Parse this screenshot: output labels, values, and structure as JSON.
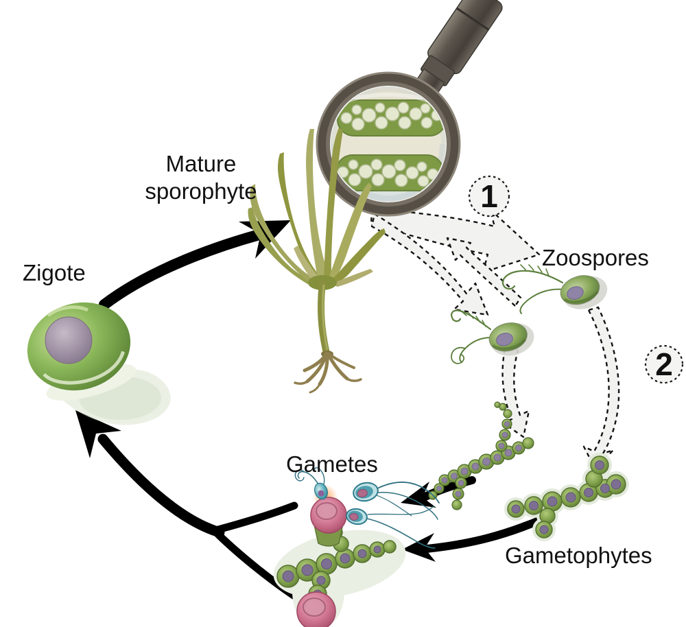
{
  "diagram": {
    "subject": "Kelp life cycle diagram",
    "labels": {
      "mature_sporophyte_line1": "Mature",
      "mature_sporophyte_line2": "sporophyte",
      "zygote": "Zigote",
      "zoospores": "Zoospores",
      "gametes": "Gametes",
      "gametophytes": "Gametophytes"
    },
    "steps": [
      {
        "number": "1"
      },
      {
        "number": "2"
      }
    ],
    "colors": {
      "background": "#ffffff",
      "solid_arrow": "#000000",
      "dotted_arrow_fill": "#f2f2f1",
      "kelp_green": "#9aa04e",
      "cell_green": "#7a9a4a",
      "nucleus_purple": "#8d80a0",
      "egg_pink": "#c2607e",
      "sperm_teal": "#4f9fae",
      "magnifier_metal": "#57514a"
    }
  }
}
